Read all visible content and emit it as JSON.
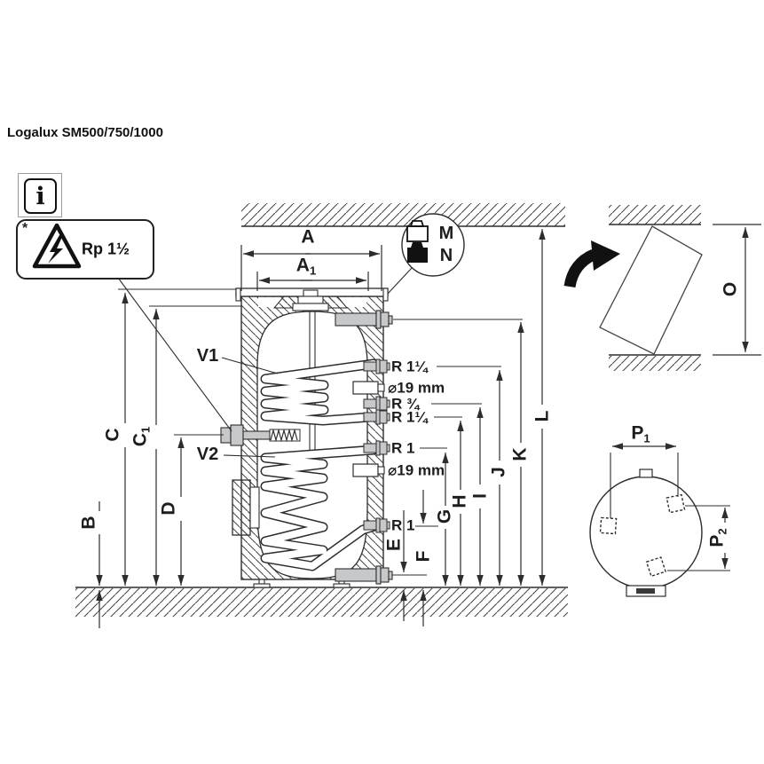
{
  "header": {
    "title": "Logalux SM500/750/1000"
  },
  "info": {
    "glyph": "i"
  },
  "warning": {
    "asterisk": "*",
    "label": "Rp 1½"
  },
  "legend": {
    "m": "M",
    "n": "N"
  },
  "connections": {
    "v1": "V1",
    "v2": "V2",
    "r114_top": "R 1¼",
    "d19_top": "⌀19 mm",
    "r34": "R ¾",
    "r114_mid": "R 1¼",
    "r1_mid": "R 1",
    "d19_mid": "⌀19 mm",
    "r1_bottom": "R 1"
  },
  "dims": {
    "A": {
      "main": "A"
    },
    "A1": {
      "main": "A",
      "sub": "1"
    },
    "B": {
      "main": "B"
    },
    "C": {
      "main": "C"
    },
    "C1": {
      "main": "C",
      "sub": "1"
    },
    "D": {
      "main": "D"
    },
    "E": {
      "main": "E"
    },
    "F": {
      "main": "F"
    },
    "G": {
      "main": "G"
    },
    "H": {
      "main": "H"
    },
    "I": {
      "main": "I"
    },
    "J": {
      "main": "J"
    },
    "K": {
      "main": "K"
    },
    "L": {
      "main": "L"
    },
    "O": {
      "main": "O"
    },
    "P1": {
      "main": "P",
      "sub": "1"
    },
    "P2": {
      "main": "P",
      "sub": "2"
    }
  },
  "colors": {
    "line": "#2d2d2d",
    "fitting_gray": "#c7c8ca",
    "background": "#ffffff"
  }
}
